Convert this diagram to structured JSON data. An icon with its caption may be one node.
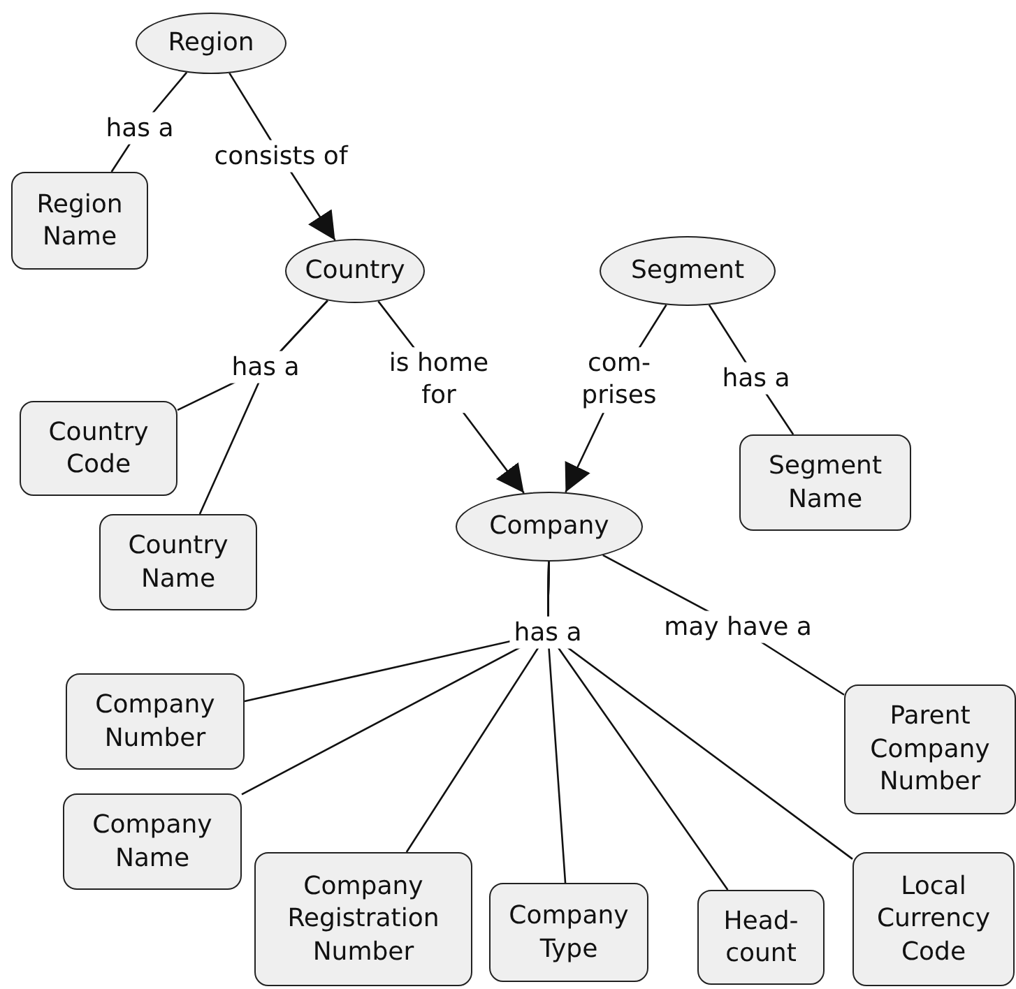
{
  "diagram": {
    "nodes": [
      {
        "text": [
          "Region"
        ]
      },
      {
        "text": [
          "Region Name"
        ]
      },
      {
        "text": [
          "Country"
        ]
      },
      {
        "text": [
          "Segment"
        ]
      },
      {
        "text": [
          "Country Code"
        ]
      },
      {
        "text": [
          "Country Name"
        ]
      },
      {
        "text": [
          "Segment Name"
        ]
      },
      {
        "text": [
          "Company"
        ]
      },
      {
        "text": [
          "Company Number"
        ]
      },
      {
        "text": [
          "Company Name"
        ]
      },
      {
        "text": [
          "Company Registration Number"
        ]
      },
      {
        "text": [
          "Company Type"
        ]
      },
      {
        "text": [
          "Head- count"
        ]
      },
      {
        "text": [
          "Local Currency Code"
        ]
      },
      {
        "text": [
          "Parent Company Number"
        ]
      }
    ],
    "edges": [
      {
        "from": 0,
        "to": 1,
        "label": "has a",
        "arrow": "none"
      },
      {
        "from": 0,
        "to": 2,
        "label": "consists of",
        "arrow": "to"
      },
      {
        "from": 2,
        "to": 4,
        "label": "has a",
        "arrow": "none"
      },
      {
        "from": 2,
        "to": 5,
        "arrow": "none"
      },
      {
        "from": 2,
        "to": 7,
        "label": "is home for",
        "arrow": "to"
      },
      {
        "from": 3,
        "to": 7,
        "label": "com- prises",
        "arrow": "to"
      },
      {
        "from": 3,
        "to": 6,
        "label": "has a",
        "arrow": "none"
      },
      {
        "from": 7,
        "to": 8,
        "label": "has a",
        "arrow": "none"
      },
      {
        "from": 7,
        "to": 9,
        "arrow": "none"
      },
      {
        "from": 7,
        "to": 10,
        "arrow": "none"
      },
      {
        "from": 7,
        "to": 11,
        "arrow": "none"
      },
      {
        "from": 7,
        "to": 12,
        "arrow": "none"
      },
      {
        "from": 7,
        "to": 13,
        "arrow": "none"
      },
      {
        "from": 7,
        "to": 14,
        "label": "may have a",
        "arrow": "none"
      }
    ]
  }
}
